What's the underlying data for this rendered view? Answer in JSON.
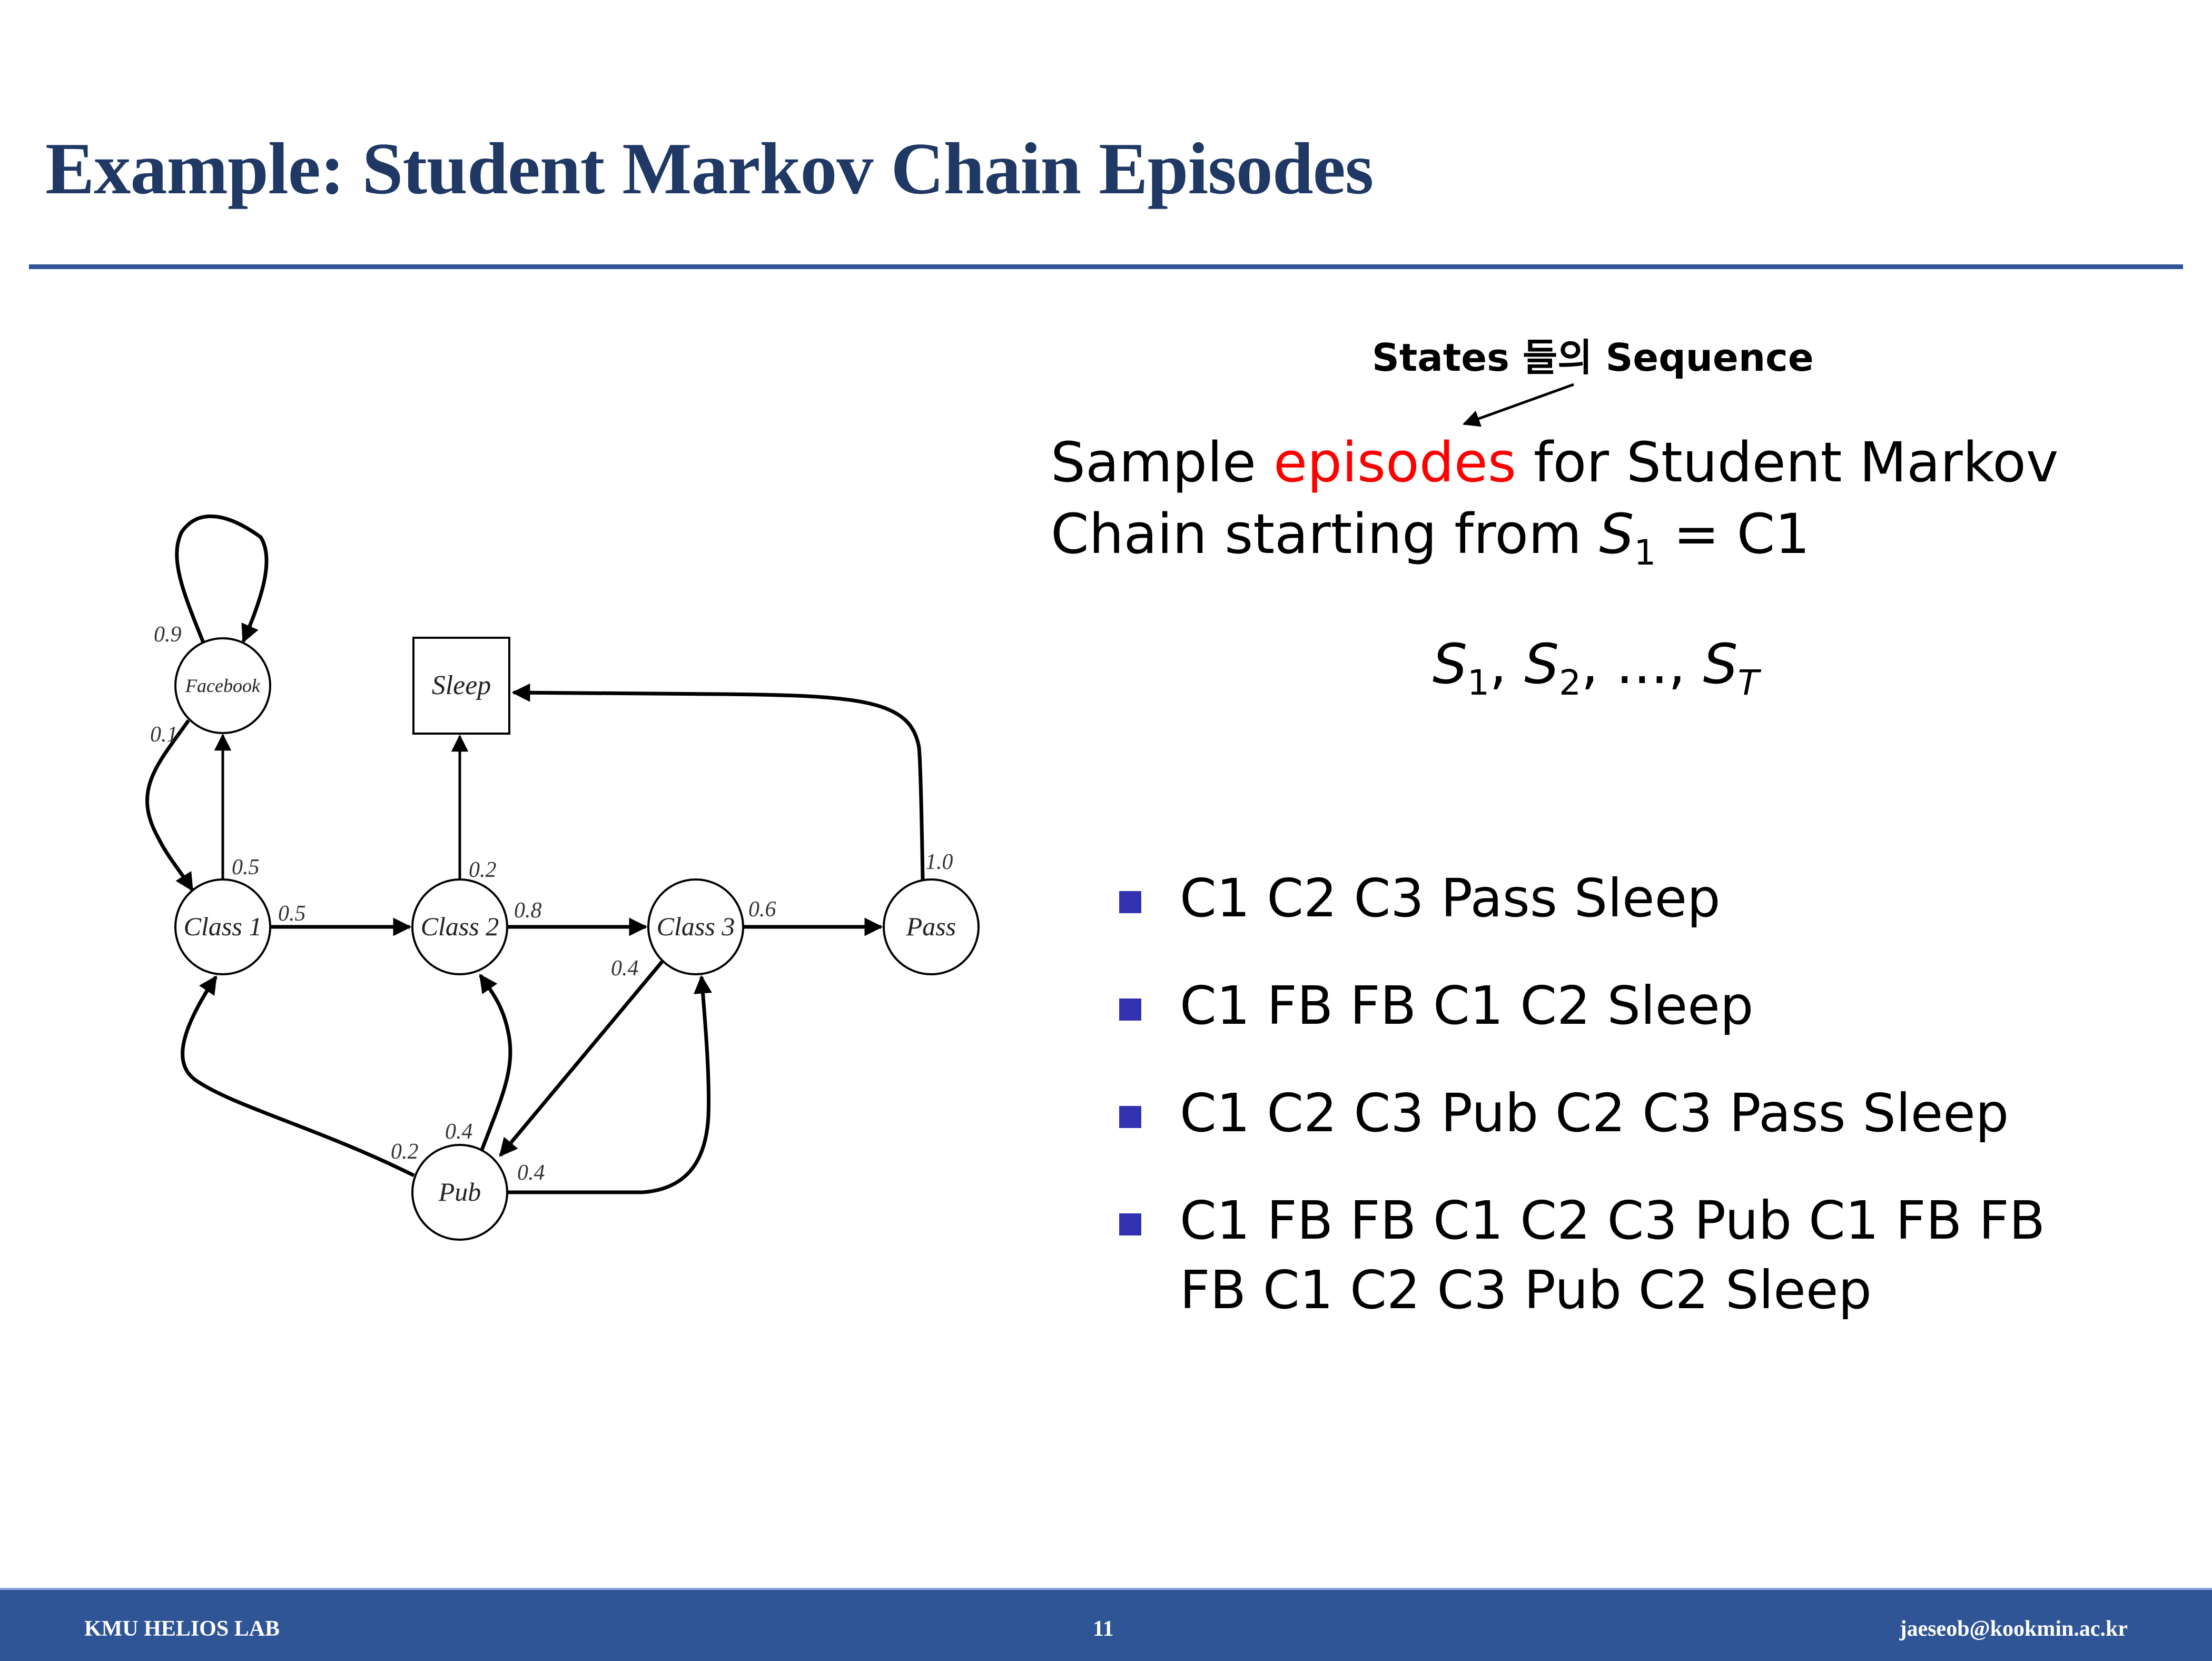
{
  "slide": {
    "title": "Example: Student Markov Chain Episodes",
    "annotation": "States 들의 Sequence",
    "intro": {
      "line1_prefix": "Sample ",
      "line1_highlight": "episodes",
      "line1_suffix": " for Student Markov",
      "line2_prefix": "Chain starting from ",
      "line2_math_var": "S",
      "line2_math_sub": "1",
      "line2_math_rest": " = C1"
    },
    "sequence_formula": {
      "s": "S",
      "sub1": "1",
      "sub2": "2",
      "subT": "T",
      "sep": ", ",
      "ellipsis": "..."
    },
    "episodes": [
      "C1 C2 C3 Pass Sleep",
      "C1 FB FB C1 C2 Sleep",
      "C1 C2 C3 Pub C2 C3 Pass Sleep",
      "C1 FB FB C1 C2 C3 Pub C1 FB FB FB C1 C2 C3 Pub C2 Sleep"
    ],
    "colors": {
      "title": "#1f3864",
      "rule": "#2f5597",
      "highlight": "#ff0000",
      "bullet": "#3333b2",
      "footer_bg": "#2f5597"
    }
  },
  "diagram": {
    "nodes": [
      {
        "id": "facebook",
        "label": "Facebook",
        "shape": "circle"
      },
      {
        "id": "sleep",
        "label": "Sleep",
        "shape": "square"
      },
      {
        "id": "class1",
        "label": "Class 1",
        "shape": "circle"
      },
      {
        "id": "class2",
        "label": "Class 2",
        "shape": "circle"
      },
      {
        "id": "class3",
        "label": "Class 3",
        "shape": "circle"
      },
      {
        "id": "pass",
        "label": "Pass",
        "shape": "circle"
      },
      {
        "id": "pub",
        "label": "Pub",
        "shape": "circle"
      }
    ],
    "edges": [
      {
        "from": "facebook",
        "to": "facebook",
        "p": "0.9"
      },
      {
        "from": "facebook",
        "to": "class1",
        "p": "0.1"
      },
      {
        "from": "class1",
        "to": "facebook",
        "p": "0.5"
      },
      {
        "from": "class1",
        "to": "class2",
        "p": "0.5"
      },
      {
        "from": "class2",
        "to": "sleep",
        "p": "0.2"
      },
      {
        "from": "class2",
        "to": "class3",
        "p": "0.8"
      },
      {
        "from": "class3",
        "to": "pass",
        "p": "0.6"
      },
      {
        "from": "class3",
        "to": "pub",
        "p": "0.4"
      },
      {
        "from": "pass",
        "to": "sleep",
        "p": "1.0"
      },
      {
        "from": "pub",
        "to": "class1",
        "p": "0.2"
      },
      {
        "from": "pub",
        "to": "class2",
        "p": "0.4"
      },
      {
        "from": "pub",
        "to": "class3",
        "p": "0.4"
      }
    ]
  },
  "footer": {
    "left": "KMU HELIOS LAB",
    "page_number": "11",
    "right": "jaeseob@kookmin.ac.kr"
  }
}
